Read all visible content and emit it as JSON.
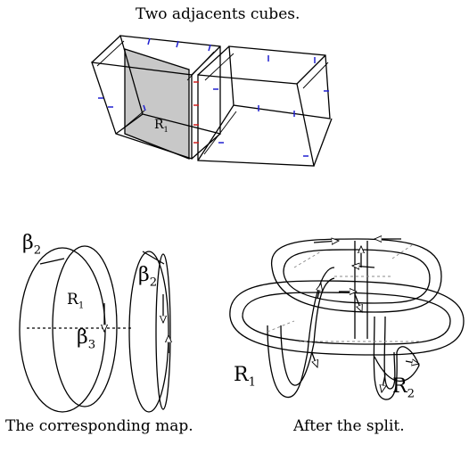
{
  "captions": {
    "top": "Two adjacents cubes.",
    "bottom_left": "The corresponding map.",
    "bottom_right": "After the split."
  },
  "labels": {
    "cube_R": "R",
    "cube_R_sub": "1",
    "map_beta2_left": "β",
    "map_beta2_left_sub": "2",
    "map_R": "R",
    "map_R_sub": "1",
    "map_beta3": "β",
    "map_beta3_sub": "3",
    "map_beta2_right": "β",
    "map_beta2_right_sub": "2",
    "split_R1": "R",
    "split_R1_sub": "1",
    "split_R2": "R",
    "split_R2_sub": "2"
  },
  "colors": {
    "ink": "#000000",
    "shade": "#c8c8c8",
    "blue_tick": "#2020d0",
    "red_tick": "#d02020",
    "gray_dash": "#888888"
  }
}
